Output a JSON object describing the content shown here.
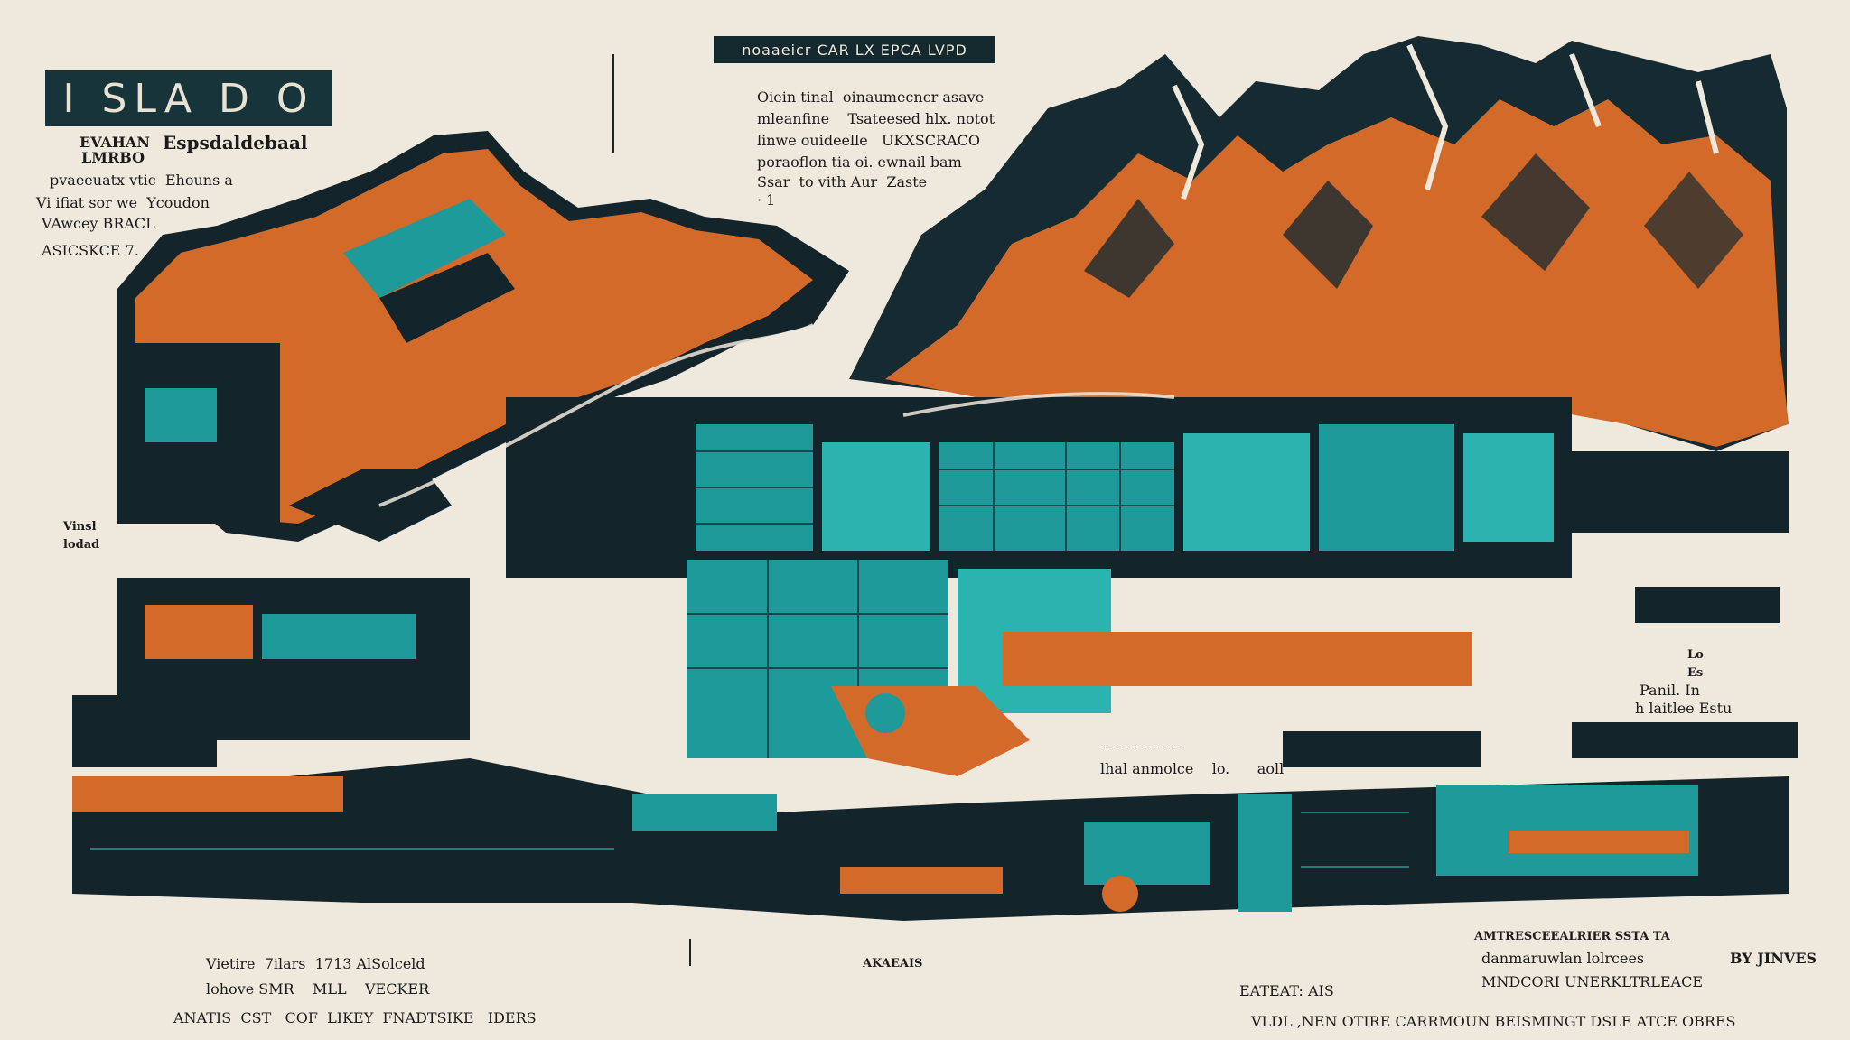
{
  "title": "I SLA D O",
  "top_banner": "noaaeicr CAR LX EPCA LVPD",
  "blocks": {
    "left_1": "EVAHAN  ",
    "left_1b": "Espsdaldebaal",
    "left_2": "LMRBO",
    "left_3": "pvaeeuatx vtic  Ehouns a",
    "left_4": "Vi ifiat sor we  Ycoudon",
    "left_5": "VAwcey BRACL",
    "left_6": "ASICSKCE 7.",
    "top_center_1": "Oiein tinal  oinaumecncr asave",
    "top_center_2": "mleanfine    Tsateesed hlx. notot",
    "top_center_3": "linwe ouideelle   UKXSCRACO",
    "top_center_4": "poraoflon tia oi. ewnail bam",
    "top_center_5": "Ssar  to vith Aur  Zaste",
    "top_center_6": "· 1",
    "side_left": "Vinsl\nlodad",
    "right_mid_1": "Lo\nEs",
    "right_mid_2": "Panil. In",
    "right_mid_3": "h laitlee Estu",
    "center_label_1": "--------------------",
    "center_label_2": "lhal anmolce    lo.      aoll",
    "bottom_left_1": "Vietire  7ilars  1713 AlSolceld",
    "bottom_left_2": "lohove SMR    MLL    VECKER",
    "bottom_left_3": "ANATIS  CST   COF  LIKEY  FNADTSIKE   IDERS",
    "bottom_mid_1": "AKAEAIS",
    "bottom_mid_2": "EATEAT: AIS",
    "bottom_right_1": "AMTRESCEEALRIER SSTA TA",
    "bottom_right_2": "danmaruwlan lolrcees",
    "bottom_right_3": "MNDCORI UNERKLTRLEACE",
    "bottom_right_4": "BY JINVES",
    "bottom_footer": "VLDL ,NEN OTIRE CARRMOUN BEISMINGT DSLE ATCE OBRES"
  },
  "colors": {
    "paper": "#efe8dc",
    "orange": "#d46a2a",
    "dark_navy": "#14242b",
    "teal": "#1f9a9a",
    "teal_light": "#2bb3b0"
  }
}
